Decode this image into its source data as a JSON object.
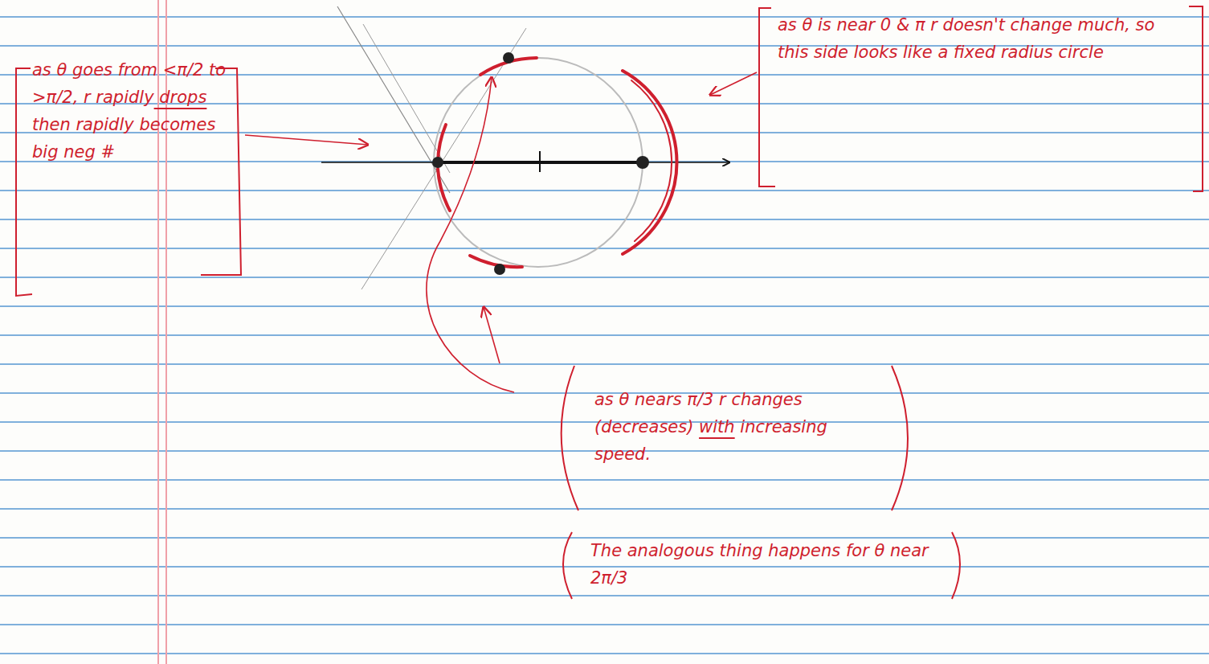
{
  "diagram": {
    "labels": [
      "as θ goes from <π/2 to >π/2, r rapidly drops then rapidly becomes big neg #",
      "as θ is near 0 & π r doesn't change much, so this side looks like a fixed radius circle",
      "as θ nears π/3 r changes (decreases) with increasing speed.",
      "The analogous thing happens for θ near 2π/3"
    ]
  }
}
